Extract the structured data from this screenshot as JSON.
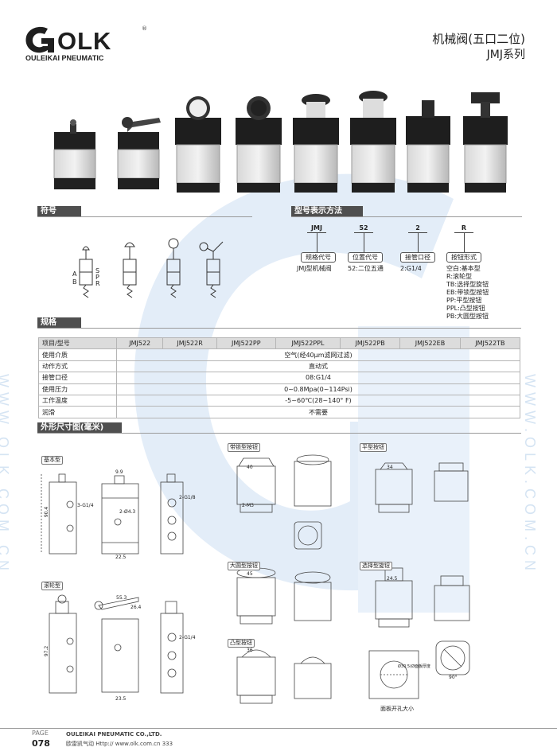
{
  "header": {
    "brand": "OLK",
    "reg_mark": "®",
    "brand_sub": "OULEIKAI PNEUMATIC",
    "title_line1": "机械阀(五口二位)",
    "title_line2": "JMJ系列"
  },
  "sections": {
    "symbol": "符号",
    "model_code": "型号表示方法",
    "spec": "规格",
    "dimensions": "外形尺寸图(毫米)"
  },
  "symbol_labels": [
    "A",
    "B",
    "S",
    "P",
    "R"
  ],
  "model_code": {
    "segments": [
      "JMJ",
      "52",
      "2",
      "R"
    ],
    "boxes": [
      "规格代号",
      "位置代号",
      "接管口径",
      "按钮形式"
    ],
    "descriptions": [
      [
        "JMJ型机械阀"
      ],
      [
        "52:二位五通"
      ],
      [
        "2:G1/4"
      ],
      [
        "空白:基本型",
        "R:滚轮型",
        "TB:选择型旋钮",
        "EB:带锁型按钮",
        "PP:平型按钮",
        "PPL:凸型按钮",
        "PB:大圆型按钮"
      ]
    ]
  },
  "spec_table": {
    "header": [
      "项目/型号",
      "JMJ522",
      "JMJ522R",
      "JMJ522PP",
      "JMJ522PPL",
      "JMJ522PB",
      "JMJ522EB",
      "JMJ522TB"
    ],
    "rows": [
      {
        "label": "使用介质",
        "value": "空气(经40μm滤网过滤)"
      },
      {
        "label": "动作方式",
        "value": "直动式"
      },
      {
        "label": "接管口径",
        "value": "08:G1/4"
      },
      {
        "label": "使用压力",
        "value": "0~0.8Mpa(0~114Psi)"
      },
      {
        "label": "工作温度",
        "value": "-5~60℃(28~140° F)"
      },
      {
        "label": "润滑",
        "value": "不需要"
      }
    ]
  },
  "dimension_tags": {
    "basic": "基本型",
    "roller": "滚轮型",
    "lock_button": "带锁型按钮",
    "flat_button": "平型按钮",
    "big_round_button": "大圆型按钮",
    "selector_knob": "选择型旋钮",
    "convex_button": "凸型按钮",
    "panel_hole": "面板开孔大小"
  },
  "dimension_numbers": {
    "n99": "9.9",
    "n225": "22.5",
    "n235": "23.5",
    "n553": "55.3",
    "n264": "26.4",
    "n904": "90.4",
    "n972": "97.2",
    "n40": "40",
    "n34": "34",
    "n45": "45",
    "n245": "24.5",
    "n36": "36",
    "n2g14": "2-G1/4",
    "n2g18": "2-G1/8",
    "n3g14": "3-G1/4",
    "n2m3": "2-M3",
    "n2phi": "2-Ø4.3",
    "n90": "90°",
    "hole": "Ø30.5(Ø面板厚度"
  },
  "footer": {
    "page_label": "PAGE",
    "page_number": "078",
    "company": "OULEIKAI PNEUMATIC CO.,LTD.",
    "company_cn": "欧雷凯气动",
    "website": "Http:// www.olk.com.cn",
    "extra": "333"
  },
  "watermark": {
    "side_text": "WWW.OLK.COM.CN"
  },
  "colors": {
    "accent_bar": "#4f4f4f",
    "watermark": "#d5e4f3",
    "table_header": "#dcdcdc"
  }
}
